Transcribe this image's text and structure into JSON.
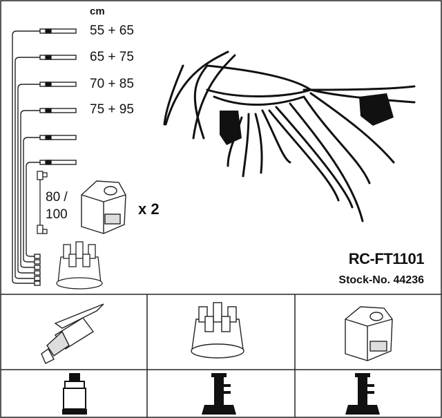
{
  "unit_label": "cm",
  "cable_lengths": [
    "55 + 65",
    "65 + 75",
    "70 + 85",
    "75 + 95"
  ],
  "coil_cable_length": {
    "line1": "80 /",
    "line2": "100"
  },
  "coil_quantity": "x 2",
  "part_number": "RC-FT1101",
  "stock_number": "Stock-No. 44236",
  "components": [
    "spark-plug",
    "distributor-cap",
    "ignition-coil",
    "spark-plug-boot",
    "distributor-boot",
    "coil-boot"
  ]
}
